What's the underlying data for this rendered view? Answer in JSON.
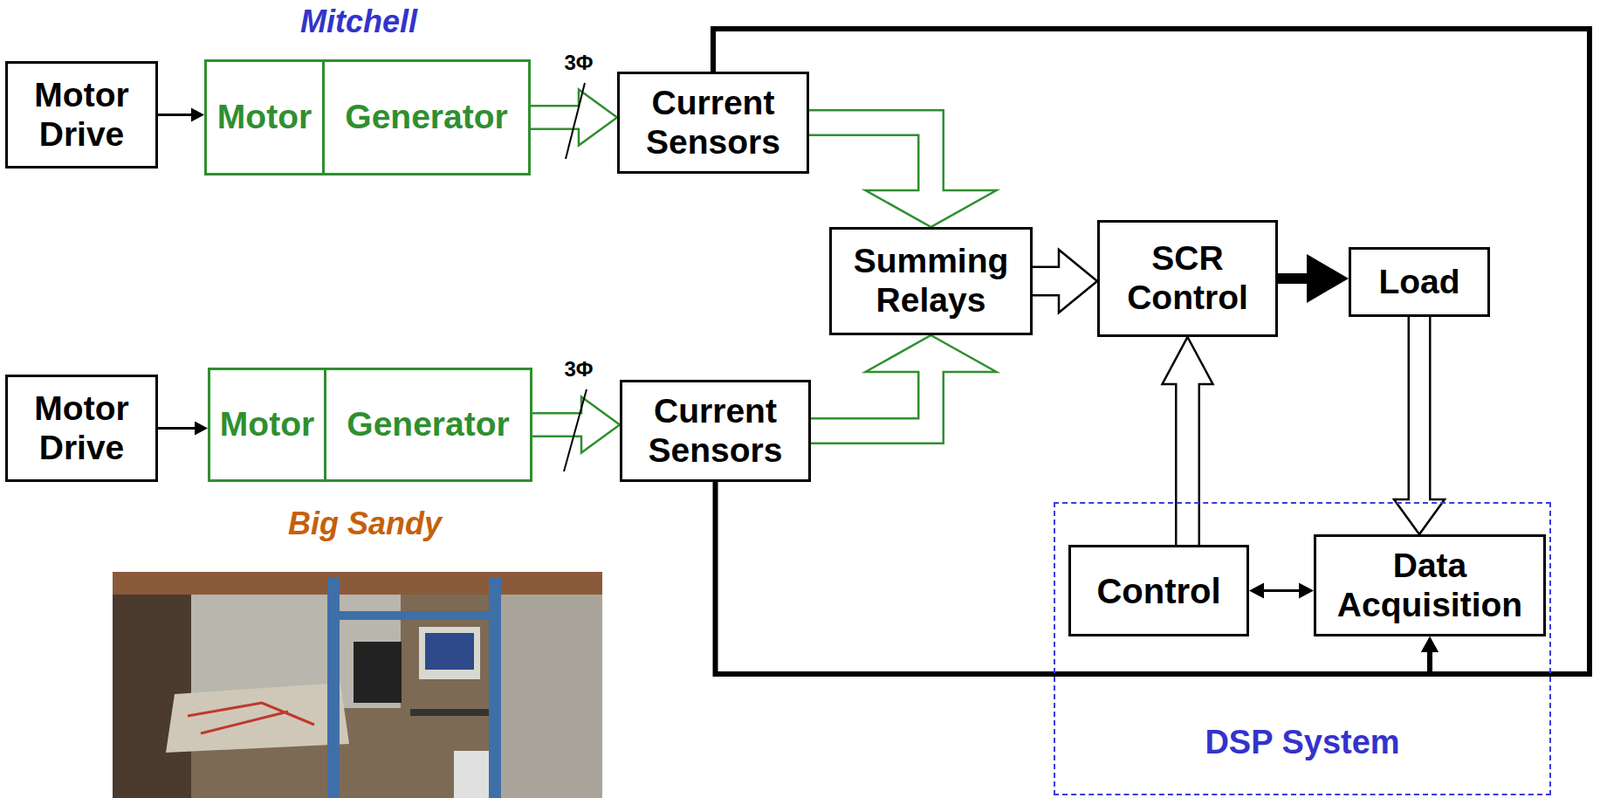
{
  "diagram": {
    "nodes": [
      {
        "text": [
          "Motor Drive"
        ]
      },
      {
        "text": [
          "Motor"
        ]
      },
      {
        "text": [
          "Generator"
        ]
      },
      {
        "text": [
          "Current Sensors"
        ]
      },
      {
        "text": [
          "Motor Drive"
        ]
      },
      {
        "text": [
          "Motor"
        ]
      },
      {
        "text": [
          "Generator"
        ]
      },
      {
        "text": [
          "Current Sensors"
        ]
      },
      {
        "text": [
          "Summing Relays"
        ]
      },
      {
        "text": [
          "SCR Control"
        ]
      },
      {
        "text": [
          "Load"
        ]
      },
      {
        "text": [
          "DSP System"
        ]
      },
      {
        "text": [
          "Control"
        ],
        "in": 11
      },
      {
        "text": [
          "Data Acquisition"
        ],
        "in": 11
      }
    ],
    "edges": [
      {
        "from": 0,
        "to": 1,
        "arrow": "to"
      },
      {
        "from": 2,
        "to": 3,
        "arrow": "to"
      },
      {
        "from": 4,
        "to": 5,
        "arrow": "to"
      },
      {
        "from": 6,
        "to": 7,
        "arrow": "to"
      },
      {
        "from": 3,
        "to": 8,
        "arrow": "to"
      },
      {
        "from": 7,
        "to": 8,
        "arrow": "to"
      },
      {
        "from": 8,
        "to": 9,
        "arrow": "to"
      },
      {
        "from": 9,
        "to": 10,
        "arrow": "to"
      },
      {
        "from": 10,
        "to": 13,
        "arrow": "to"
      },
      {
        "from": 12,
        "to": 9,
        "arrow": "to"
      },
      {
        "from": 12,
        "to": 13,
        "arrow": "both"
      },
      {
        "from": 3,
        "to": 13,
        "arrow": "to"
      },
      {
        "from": 7,
        "to": 13,
        "arrow": "to"
      }
    ],
    "labels": [
      "Mitchell",
      "Big Sandy",
      "3Φ",
      "3Φ"
    ]
  }
}
